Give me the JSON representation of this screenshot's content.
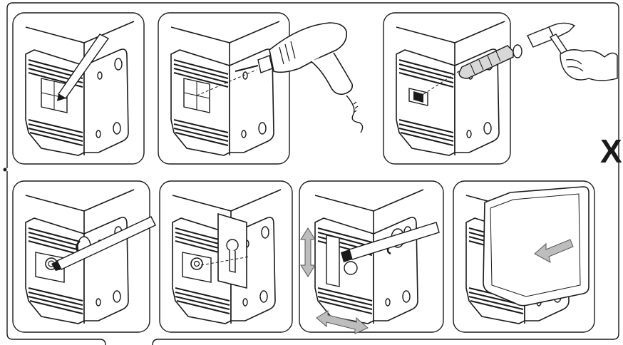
{
  "figure": {
    "panel_count": 7,
    "x_mark": "X",
    "steps": [
      {
        "name": "mark-holes",
        "tools": [
          "pencil-icon"
        ]
      },
      {
        "name": "drill-holes",
        "tools": [
          "drill-icon"
        ]
      },
      {
        "name": "insert-wall-plug",
        "tools": [
          "wall-plug-icon",
          "hammer-icon",
          "hand-icon"
        ]
      },
      {
        "name": "screw-bracket",
        "tools": [
          "screwdriver-icon"
        ]
      },
      {
        "name": "attach-keyhole-bracket",
        "tools": [
          "keyhole-bracket-icon"
        ]
      },
      {
        "name": "adjust-position",
        "tools": [
          "screwdriver-icon",
          "vertical-arrow-icon",
          "horizontal-arrow-icon"
        ]
      },
      {
        "name": "mount-cover",
        "tools": [
          "cover-icon",
          "direction-arrow-icon"
        ]
      }
    ],
    "colors": {
      "line": "#1a1a1a",
      "arrow_fill": "#bdbdbd",
      "background": "#ffffff"
    }
  }
}
